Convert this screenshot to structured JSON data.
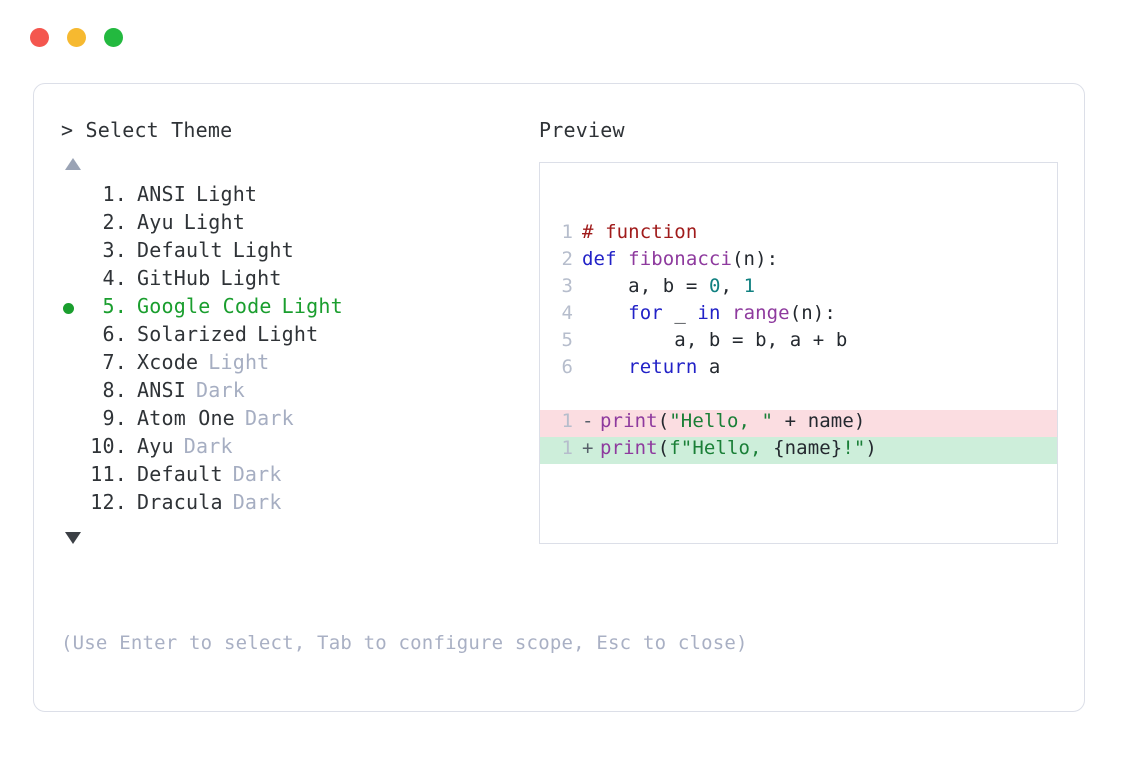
{
  "window": {
    "dots": [
      {
        "name": "close",
        "color": "#f4564e"
      },
      {
        "name": "minimize",
        "color": "#f6b930"
      },
      {
        "name": "maximize",
        "color": "#23b93f"
      }
    ]
  },
  "left": {
    "prompt": "> Select Theme",
    "scroll_up": "▲",
    "scroll_down": "▼",
    "themes": [
      {
        "num": " 1.",
        "name": "ANSI",
        "variant": "Light",
        "variant_muted": false,
        "selected": false
      },
      {
        "num": " 2.",
        "name": "Ayu",
        "variant": "Light",
        "variant_muted": false,
        "selected": false
      },
      {
        "num": " 3.",
        "name": "Default",
        "variant": "Light",
        "variant_muted": false,
        "selected": false
      },
      {
        "num": " 4.",
        "name": "GitHub",
        "variant": "Light",
        "variant_muted": false,
        "selected": false
      },
      {
        "num": " 5.",
        "name": "Google Code",
        "variant": "Light",
        "variant_muted": true,
        "selected": true
      },
      {
        "num": " 6.",
        "name": "Solarized",
        "variant": "Light",
        "variant_muted": false,
        "selected": false
      },
      {
        "num": " 7.",
        "name": "Xcode",
        "variant": "Light",
        "variant_muted": true,
        "selected": false
      },
      {
        "num": " 8.",
        "name": "ANSI",
        "variant": "Dark",
        "variant_muted": true,
        "selected": false
      },
      {
        "num": " 9.",
        "name": "Atom One",
        "variant": "Dark",
        "variant_muted": true,
        "selected": false
      },
      {
        "num": "10.",
        "name": "Ayu",
        "variant": "Dark",
        "variant_muted": true,
        "selected": false
      },
      {
        "num": "11.",
        "name": "Default",
        "variant": "Dark",
        "variant_muted": true,
        "selected": false
      },
      {
        "num": "12.",
        "name": "Dracula",
        "variant": "Dark",
        "variant_muted": true,
        "selected": false
      }
    ],
    "hint": "(Use Enter to select, Tab to configure scope, Esc to close)"
  },
  "right": {
    "label": "Preview",
    "code_lines": [
      {
        "ln": "1",
        "tokens": [
          {
            "t": "# function",
            "c": "c-comment"
          }
        ]
      },
      {
        "ln": "2",
        "tokens": [
          {
            "t": "def ",
            "c": "c-keyword"
          },
          {
            "t": "fibonacci",
            "c": "c-func"
          },
          {
            "t": "(n):",
            "c": "c-punct"
          }
        ]
      },
      {
        "ln": "3",
        "tokens": [
          {
            "t": "    a, b = ",
            "c": "c-plain"
          },
          {
            "t": "0",
            "c": "c-number"
          },
          {
            "t": ", ",
            "c": "c-plain"
          },
          {
            "t": "1",
            "c": "c-number"
          }
        ]
      },
      {
        "ln": "4",
        "tokens": [
          {
            "t": "    ",
            "c": "c-plain"
          },
          {
            "t": "for",
            "c": "c-keyword"
          },
          {
            "t": " _ ",
            "c": "c-plain"
          },
          {
            "t": "in",
            "c": "c-keyword"
          },
          {
            "t": " ",
            "c": "c-plain"
          },
          {
            "t": "range",
            "c": "c-func"
          },
          {
            "t": "(n):",
            "c": "c-punct"
          }
        ]
      },
      {
        "ln": "5",
        "tokens": [
          {
            "t": "        a, b = b, a + b",
            "c": "c-plain"
          }
        ]
      },
      {
        "ln": "6",
        "tokens": [
          {
            "t": "    ",
            "c": "c-plain"
          },
          {
            "t": "return",
            "c": "c-keyword"
          },
          {
            "t": " a",
            "c": "c-plain"
          }
        ]
      }
    ],
    "diff_lines": [
      {
        "ln": "1",
        "sign": "-",
        "kind": "del",
        "tokens": [
          {
            "t": "print",
            "c": "c-func"
          },
          {
            "t": "(",
            "c": "c-punct"
          },
          {
            "t": "\"Hello, \"",
            "c": "c-string"
          },
          {
            "t": " + name)",
            "c": "c-plain"
          }
        ]
      },
      {
        "ln": "1",
        "sign": "+",
        "kind": "add",
        "tokens": [
          {
            "t": "print",
            "c": "c-func"
          },
          {
            "t": "(",
            "c": "c-punct"
          },
          {
            "t": "f\"Hello, ",
            "c": "c-string"
          },
          {
            "t": "{name}",
            "c": "c-plain"
          },
          {
            "t": "!\"",
            "c": "c-string"
          },
          {
            "t": ")",
            "c": "c-punct"
          }
        ]
      }
    ]
  }
}
